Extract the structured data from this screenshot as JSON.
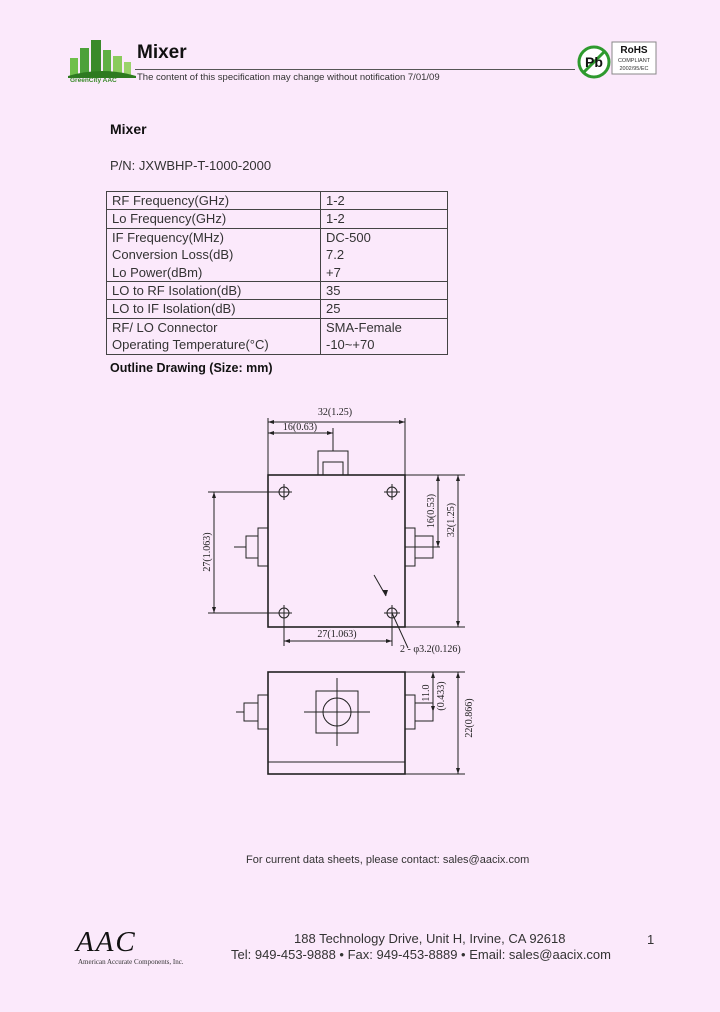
{
  "header": {
    "title": "Mixer",
    "note": "The content of this specification may change without notification 7/01/09",
    "logo_text": "GreenCity AAC",
    "rohs_symbol": "Pb",
    "rohs_title": "RoHS",
    "rohs_line1": "COMPLIANT",
    "rohs_line2": "2002/95/EC"
  },
  "document": {
    "title": "Mixer",
    "part_number": "P/N: JXWBHP-T-1000-2000"
  },
  "spec_table": {
    "rows": [
      [
        "RF Frequency(GHz)",
        "1-2"
      ],
      [
        "Lo Frequency(GHz)",
        "1-2"
      ],
      [
        "IF Frequency(MHz)\nConversion Loss(dB)\nLo Power(dBm)",
        "DC-500\n7.2\n+7"
      ],
      [
        "LO to RF Isolation(dB)",
        "35"
      ],
      [
        "LO to IF Isolation(dB)",
        "25"
      ],
      [
        "RF/ LO Connector\nOperating Temperature(°C)",
        "SMA-Female\n-10~+70"
      ]
    ]
  },
  "outline": {
    "title": "Outline Drawing (Size: mm)",
    "dims": {
      "width_total": "32(1.25)",
      "width_half": "16(0.63)",
      "height_27": "27(1.063)",
      "height_16": "16(0.53)",
      "height_32": "32(1.25)",
      "width_27": "27(1.063)",
      "hole": "2 - φ3.2(0.126)",
      "side_11": "11.0",
      "side_0433": "(0.433)",
      "side_22": "22(0.866)"
    }
  },
  "footer": {
    "contact": "For current data sheets, please contact: sales@aacix.com",
    "logo": "AAC",
    "company": "American Accurate Components, Inc.",
    "address": "188 Technology Drive, Unit H, Irvine, CA 92618",
    "phone_line": "Tel: 949-453-9888 • Fax: 949-453-8889 • Email: sales@aacix.com",
    "page_number": "1"
  },
  "colors": {
    "background": "#fbe9fb",
    "logo_green": "#3a8a2a",
    "rohs_green": "#2e9a2e"
  }
}
